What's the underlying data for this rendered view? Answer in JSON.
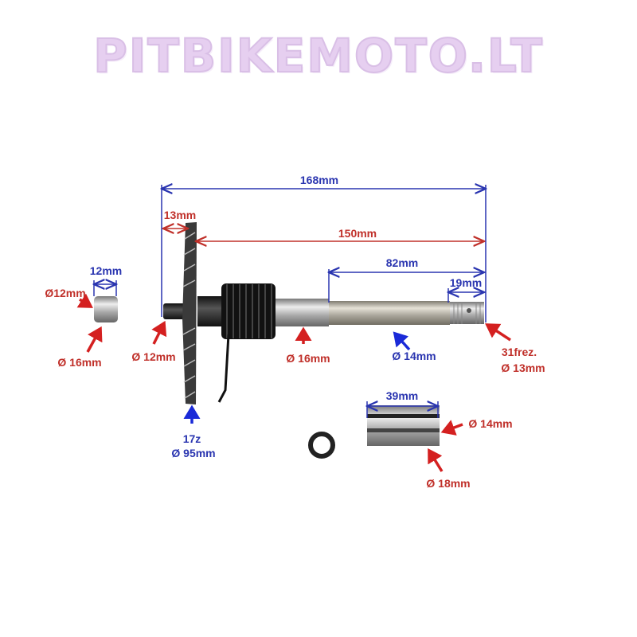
{
  "logo": "PITBIKEMOTO.LT",
  "colors": {
    "dimension_blue": "#2a35b0",
    "dimension_red": "#c0302a",
    "logo": "#e6cff0"
  },
  "labels": {
    "total_length": "168mm",
    "stub_length": "13mm",
    "gear_to_end": "150mm",
    "thin_section": "82mm",
    "spline_length": "19mm",
    "bushing_length": "12mm",
    "bushing_inner": "Ø12mm",
    "bushing_outer": "Ø 16mm",
    "stub_diameter": "Ø 12mm",
    "shaft_diameter": "Ø 16mm",
    "thin_diameter": "Ø 14mm",
    "spline_count": "31frez.",
    "spline_diameter": "Ø 13mm",
    "gear_teeth": "17z",
    "gear_diameter": "Ø 95mm",
    "sleeve_length": "39mm",
    "sleeve_inner": "Ø 14mm",
    "sleeve_outer": "Ø 18mm"
  }
}
